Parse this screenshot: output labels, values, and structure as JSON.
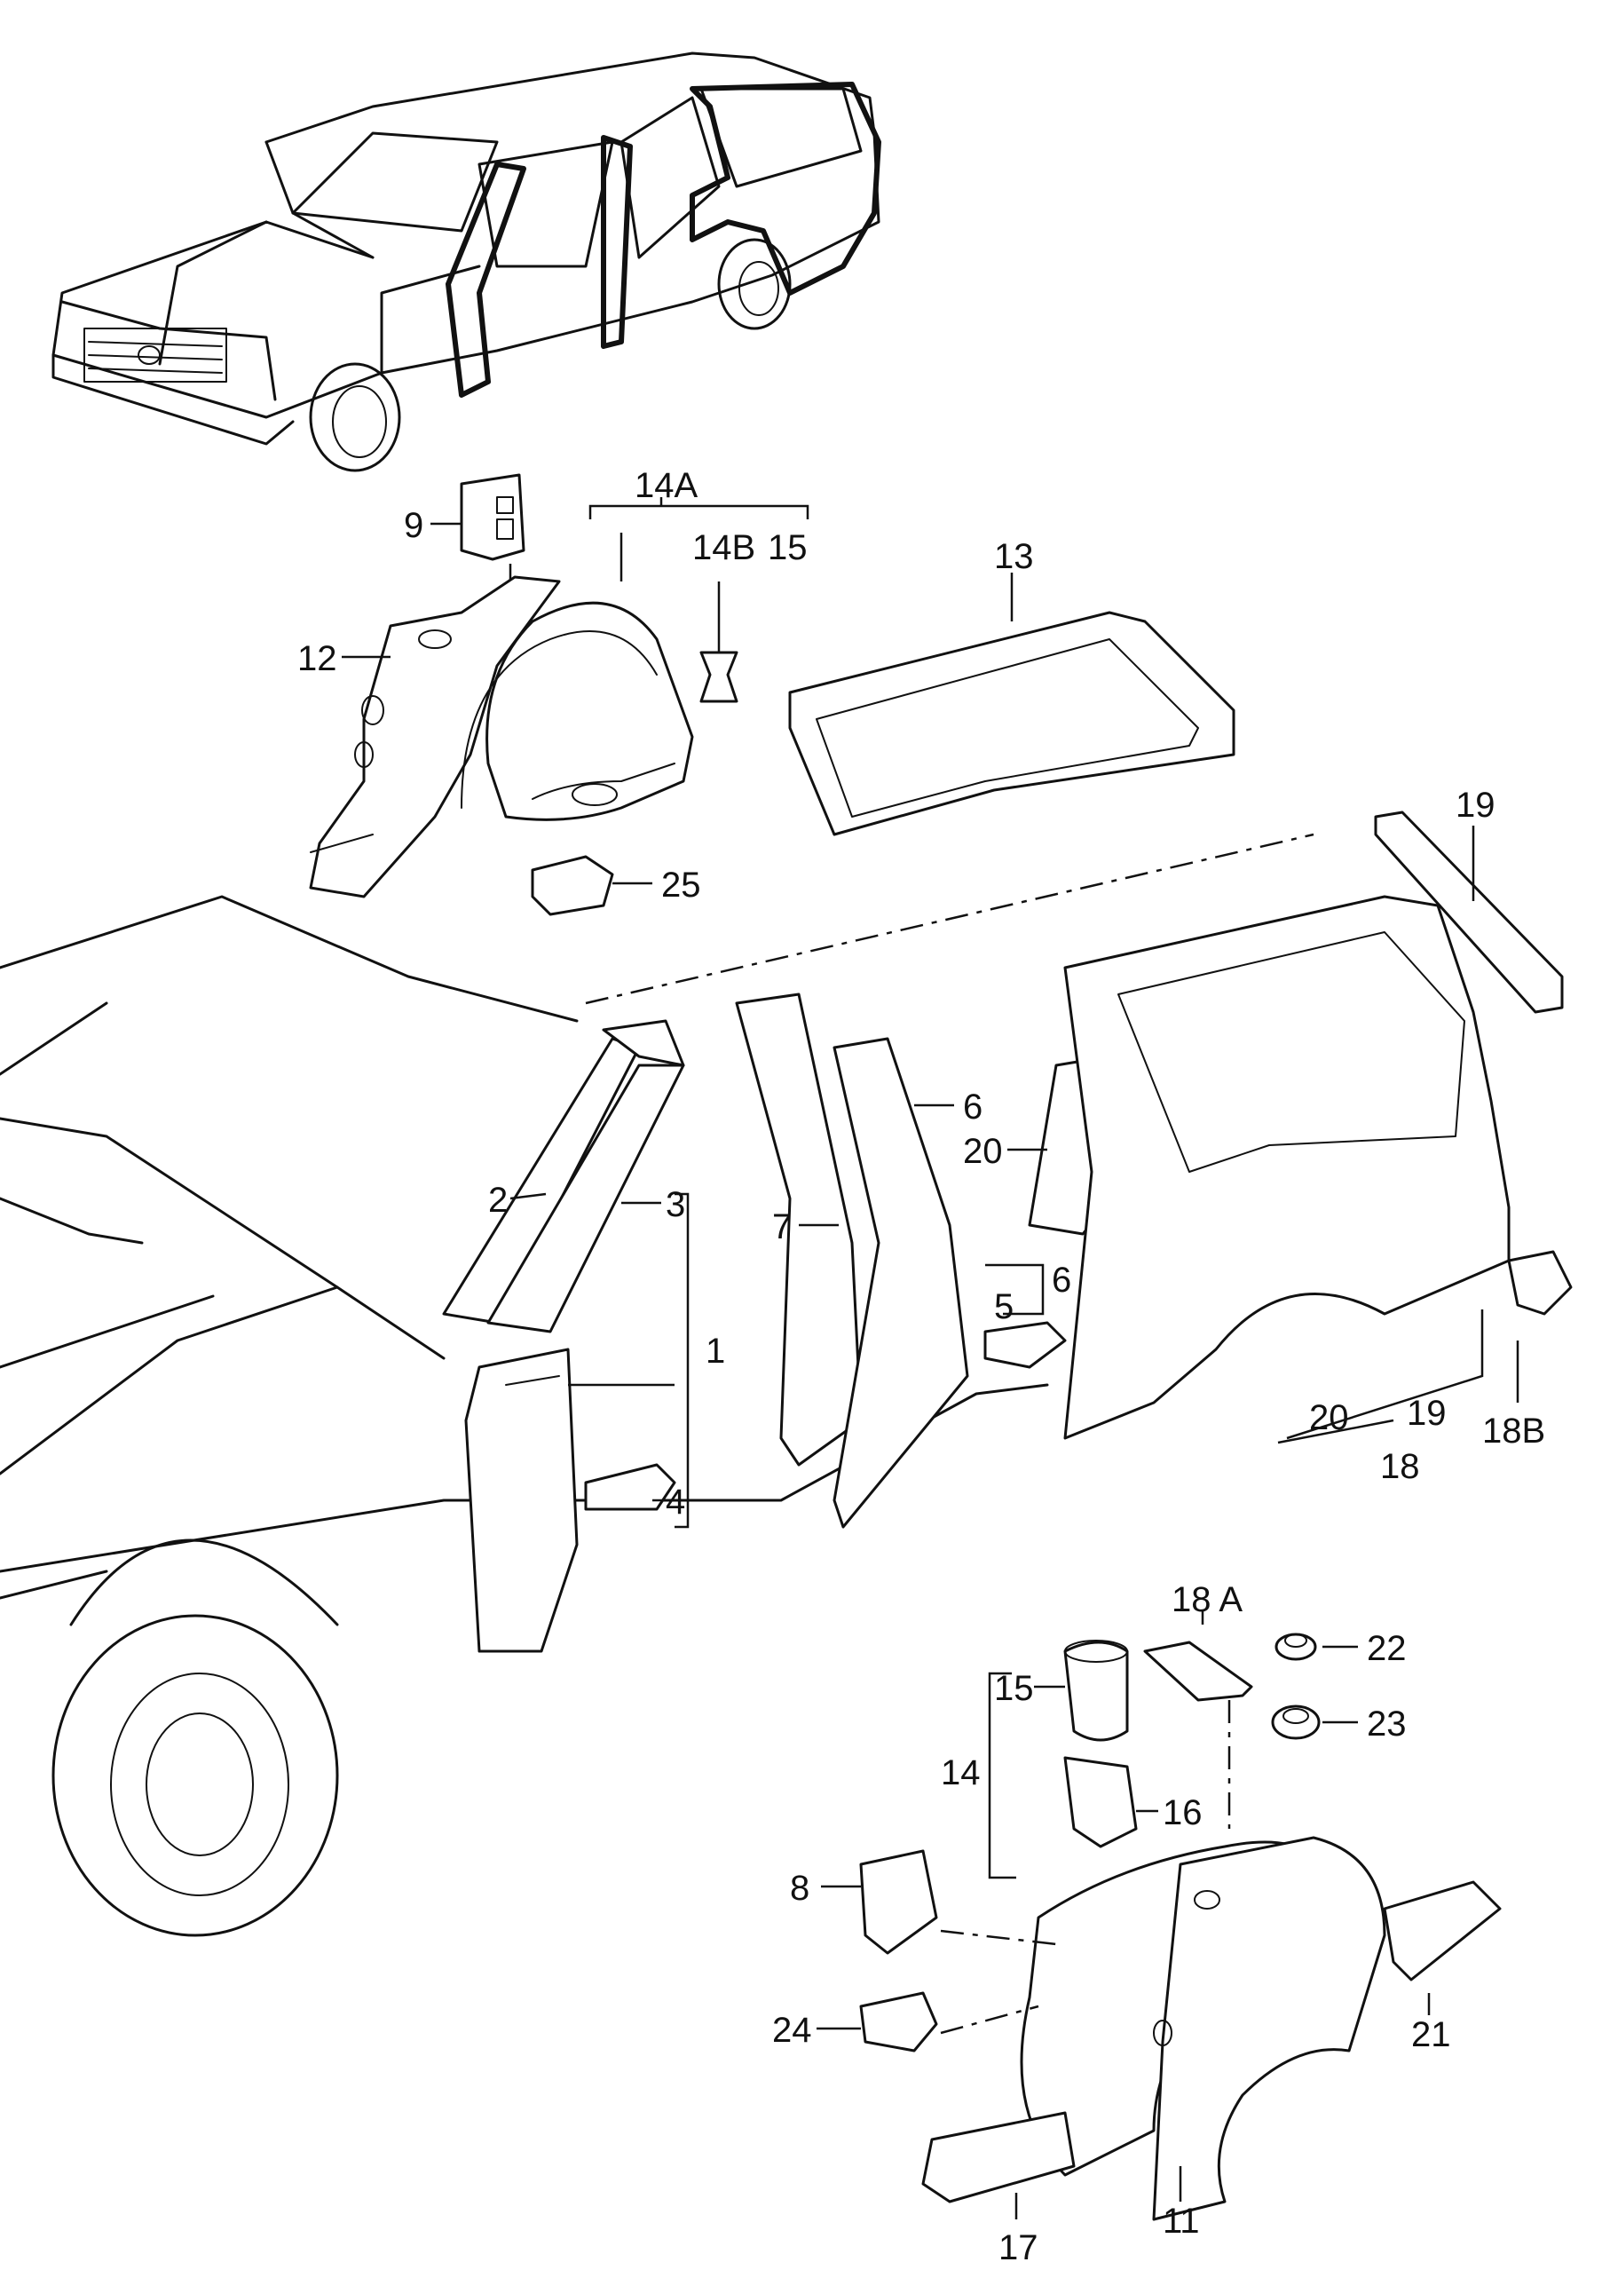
{
  "diagram": {
    "callouts": [
      {
        "id": "c9",
        "text": "9"
      },
      {
        "id": "c14A",
        "text": "14A"
      },
      {
        "id": "c14B",
        "text": "14B"
      },
      {
        "id": "c15a",
        "text": "15"
      },
      {
        "id": "c12",
        "text": "12"
      },
      {
        "id": "c13",
        "text": "13"
      },
      {
        "id": "c25",
        "text": "25"
      },
      {
        "id": "c19a",
        "text": "19"
      },
      {
        "id": "c2",
        "text": "2"
      },
      {
        "id": "c3",
        "text": "3"
      },
      {
        "id": "c1",
        "text": "1"
      },
      {
        "id": "c4",
        "text": "4"
      },
      {
        "id": "c7",
        "text": "7"
      },
      {
        "id": "c6a",
        "text": "6"
      },
      {
        "id": "c20a",
        "text": "20"
      },
      {
        "id": "c6b",
        "text": "6"
      },
      {
        "id": "c5",
        "text": "5"
      },
      {
        "id": "c19b",
        "text": "19"
      },
      {
        "id": "c20b",
        "text": "20"
      },
      {
        "id": "c18",
        "text": "18"
      },
      {
        "id": "c18B",
        "text": "18B"
      },
      {
        "id": "c18A",
        "text": "18 A"
      },
      {
        "id": "c22",
        "text": "22"
      },
      {
        "id": "c23",
        "text": "23"
      },
      {
        "id": "c15b",
        "text": "15"
      },
      {
        "id": "c16",
        "text": "16"
      },
      {
        "id": "c14",
        "text": "14"
      },
      {
        "id": "c8",
        "text": "8"
      },
      {
        "id": "c21",
        "text": "21"
      },
      {
        "id": "c24",
        "text": "24"
      },
      {
        "id": "c11",
        "text": "11"
      },
      {
        "id": "c17",
        "text": "17"
      }
    ]
  }
}
